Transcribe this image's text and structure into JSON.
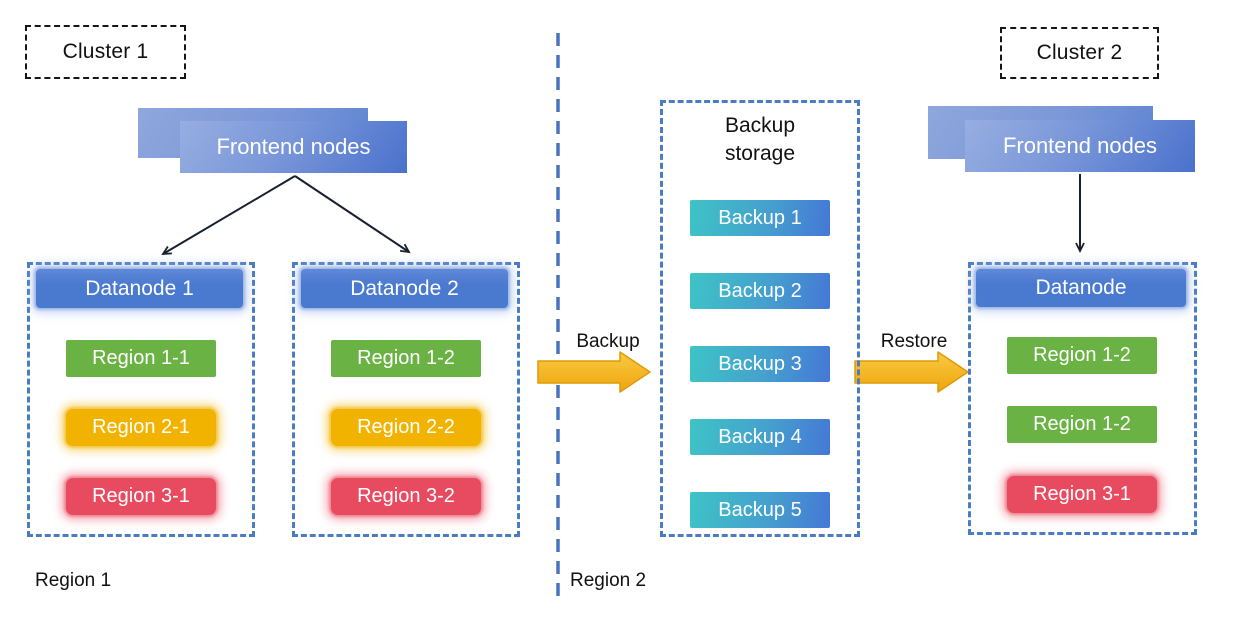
{
  "colors": {
    "container_dash_blue": "#4a7cc4",
    "divider_dash_blue": "#4a73bd",
    "datanode_header_blue": "#4a7ad0",
    "frontend_gradient_start": "#97aee1",
    "frontend_gradient_end": "#4a71cc",
    "region_green": "#6ab244",
    "region_yellow": "#f2b300",
    "region_red": "#e84b60",
    "backup_gradient_start": "#3ec4c6",
    "backup_gradient_end": "#4577d6",
    "flow_arrow_yellow_start": "#f9ca45",
    "flow_arrow_yellow_end": "#efa50d",
    "black_arrow": "#18202e"
  },
  "cluster1": {
    "label": "Cluster 1",
    "frontend_label": "Frontend nodes",
    "datanodes": [
      {
        "title": "Datanode 1",
        "regions": [
          {
            "label": "Region 1-1",
            "variant": "green"
          },
          {
            "label": "Region 2-1",
            "variant": "yellow"
          },
          {
            "label": "Region 3-1",
            "variant": "red"
          }
        ]
      },
      {
        "title": "Datanode 2",
        "regions": [
          {
            "label": "Region 1-2",
            "variant": "green"
          },
          {
            "label": "Region 2-2",
            "variant": "yellow"
          },
          {
            "label": "Region 3-2",
            "variant": "red"
          }
        ]
      }
    ]
  },
  "cluster2": {
    "label": "Cluster 2",
    "frontend_label": "Frontend nodes",
    "datanode": {
      "title": "Datanode",
      "regions": [
        {
          "label": "Region 1-2",
          "variant": "green"
        },
        {
          "label": "Region 1-2",
          "variant": "green"
        },
        {
          "label": "Region 3-1",
          "variant": "red"
        }
      ]
    }
  },
  "backup_storage": {
    "title": "Backup storage",
    "items": [
      {
        "label": "Backup 1"
      },
      {
        "label": "Backup 2"
      },
      {
        "label": "Backup 3"
      },
      {
        "label": "Backup 4"
      },
      {
        "label": "Backup 5"
      }
    ]
  },
  "flow": {
    "backup_label": "Backup",
    "restore_label": "Restore"
  },
  "footer": {
    "region1_label": "Region 1",
    "region2_label": "Region 2"
  }
}
